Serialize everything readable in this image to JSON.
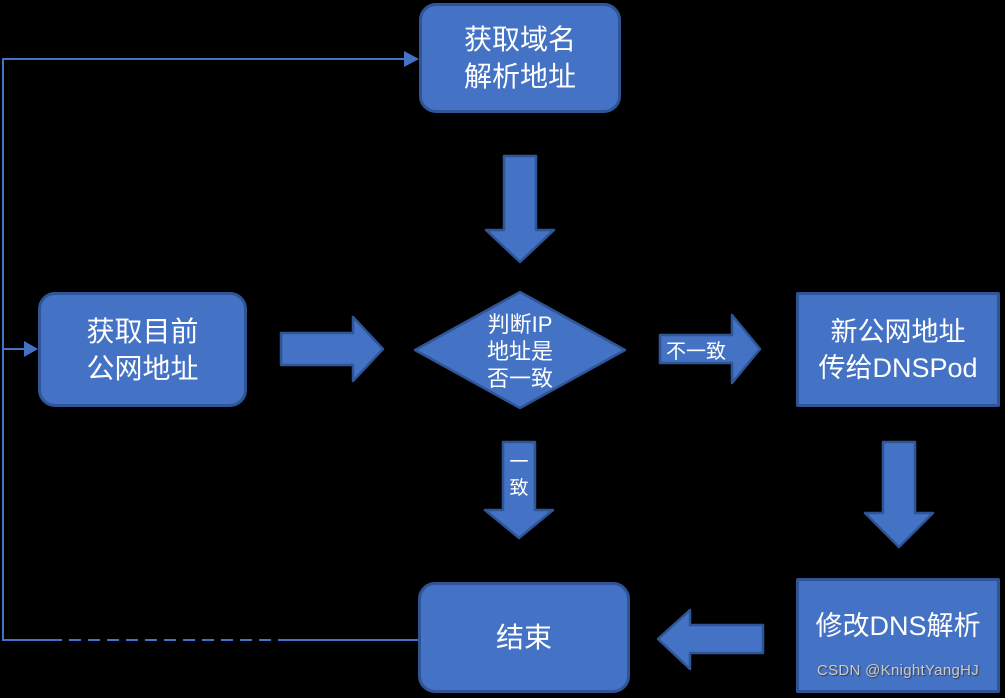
{
  "colors": {
    "background": "#000000",
    "shape_fill": "#4472C4",
    "shape_border": "#2F5597",
    "connector_line": "#4472C4",
    "shape_text": "#FFFFFF",
    "watermark_text": "#CBCBCB"
  },
  "nodes": {
    "get_domain_addr": {
      "lines": [
        "获取域名",
        "解析地址"
      ]
    },
    "get_public_addr": {
      "lines": [
        "获取目前",
        "公网地址"
      ]
    },
    "judge_ip": {
      "lines": [
        "判断IP",
        "地址是",
        "否一致"
      ]
    },
    "send_dnspod": {
      "lines": [
        "新公网地址",
        "传给DNSPod"
      ]
    },
    "modify_dns": {
      "label": "修改DNS解析"
    },
    "end": {
      "label": "结束"
    }
  },
  "edges": {
    "not_equal_label": "不一致",
    "equal_label_lines": [
      "一",
      "致"
    ]
  },
  "watermark": "CSDN @KnightYangHJ"
}
